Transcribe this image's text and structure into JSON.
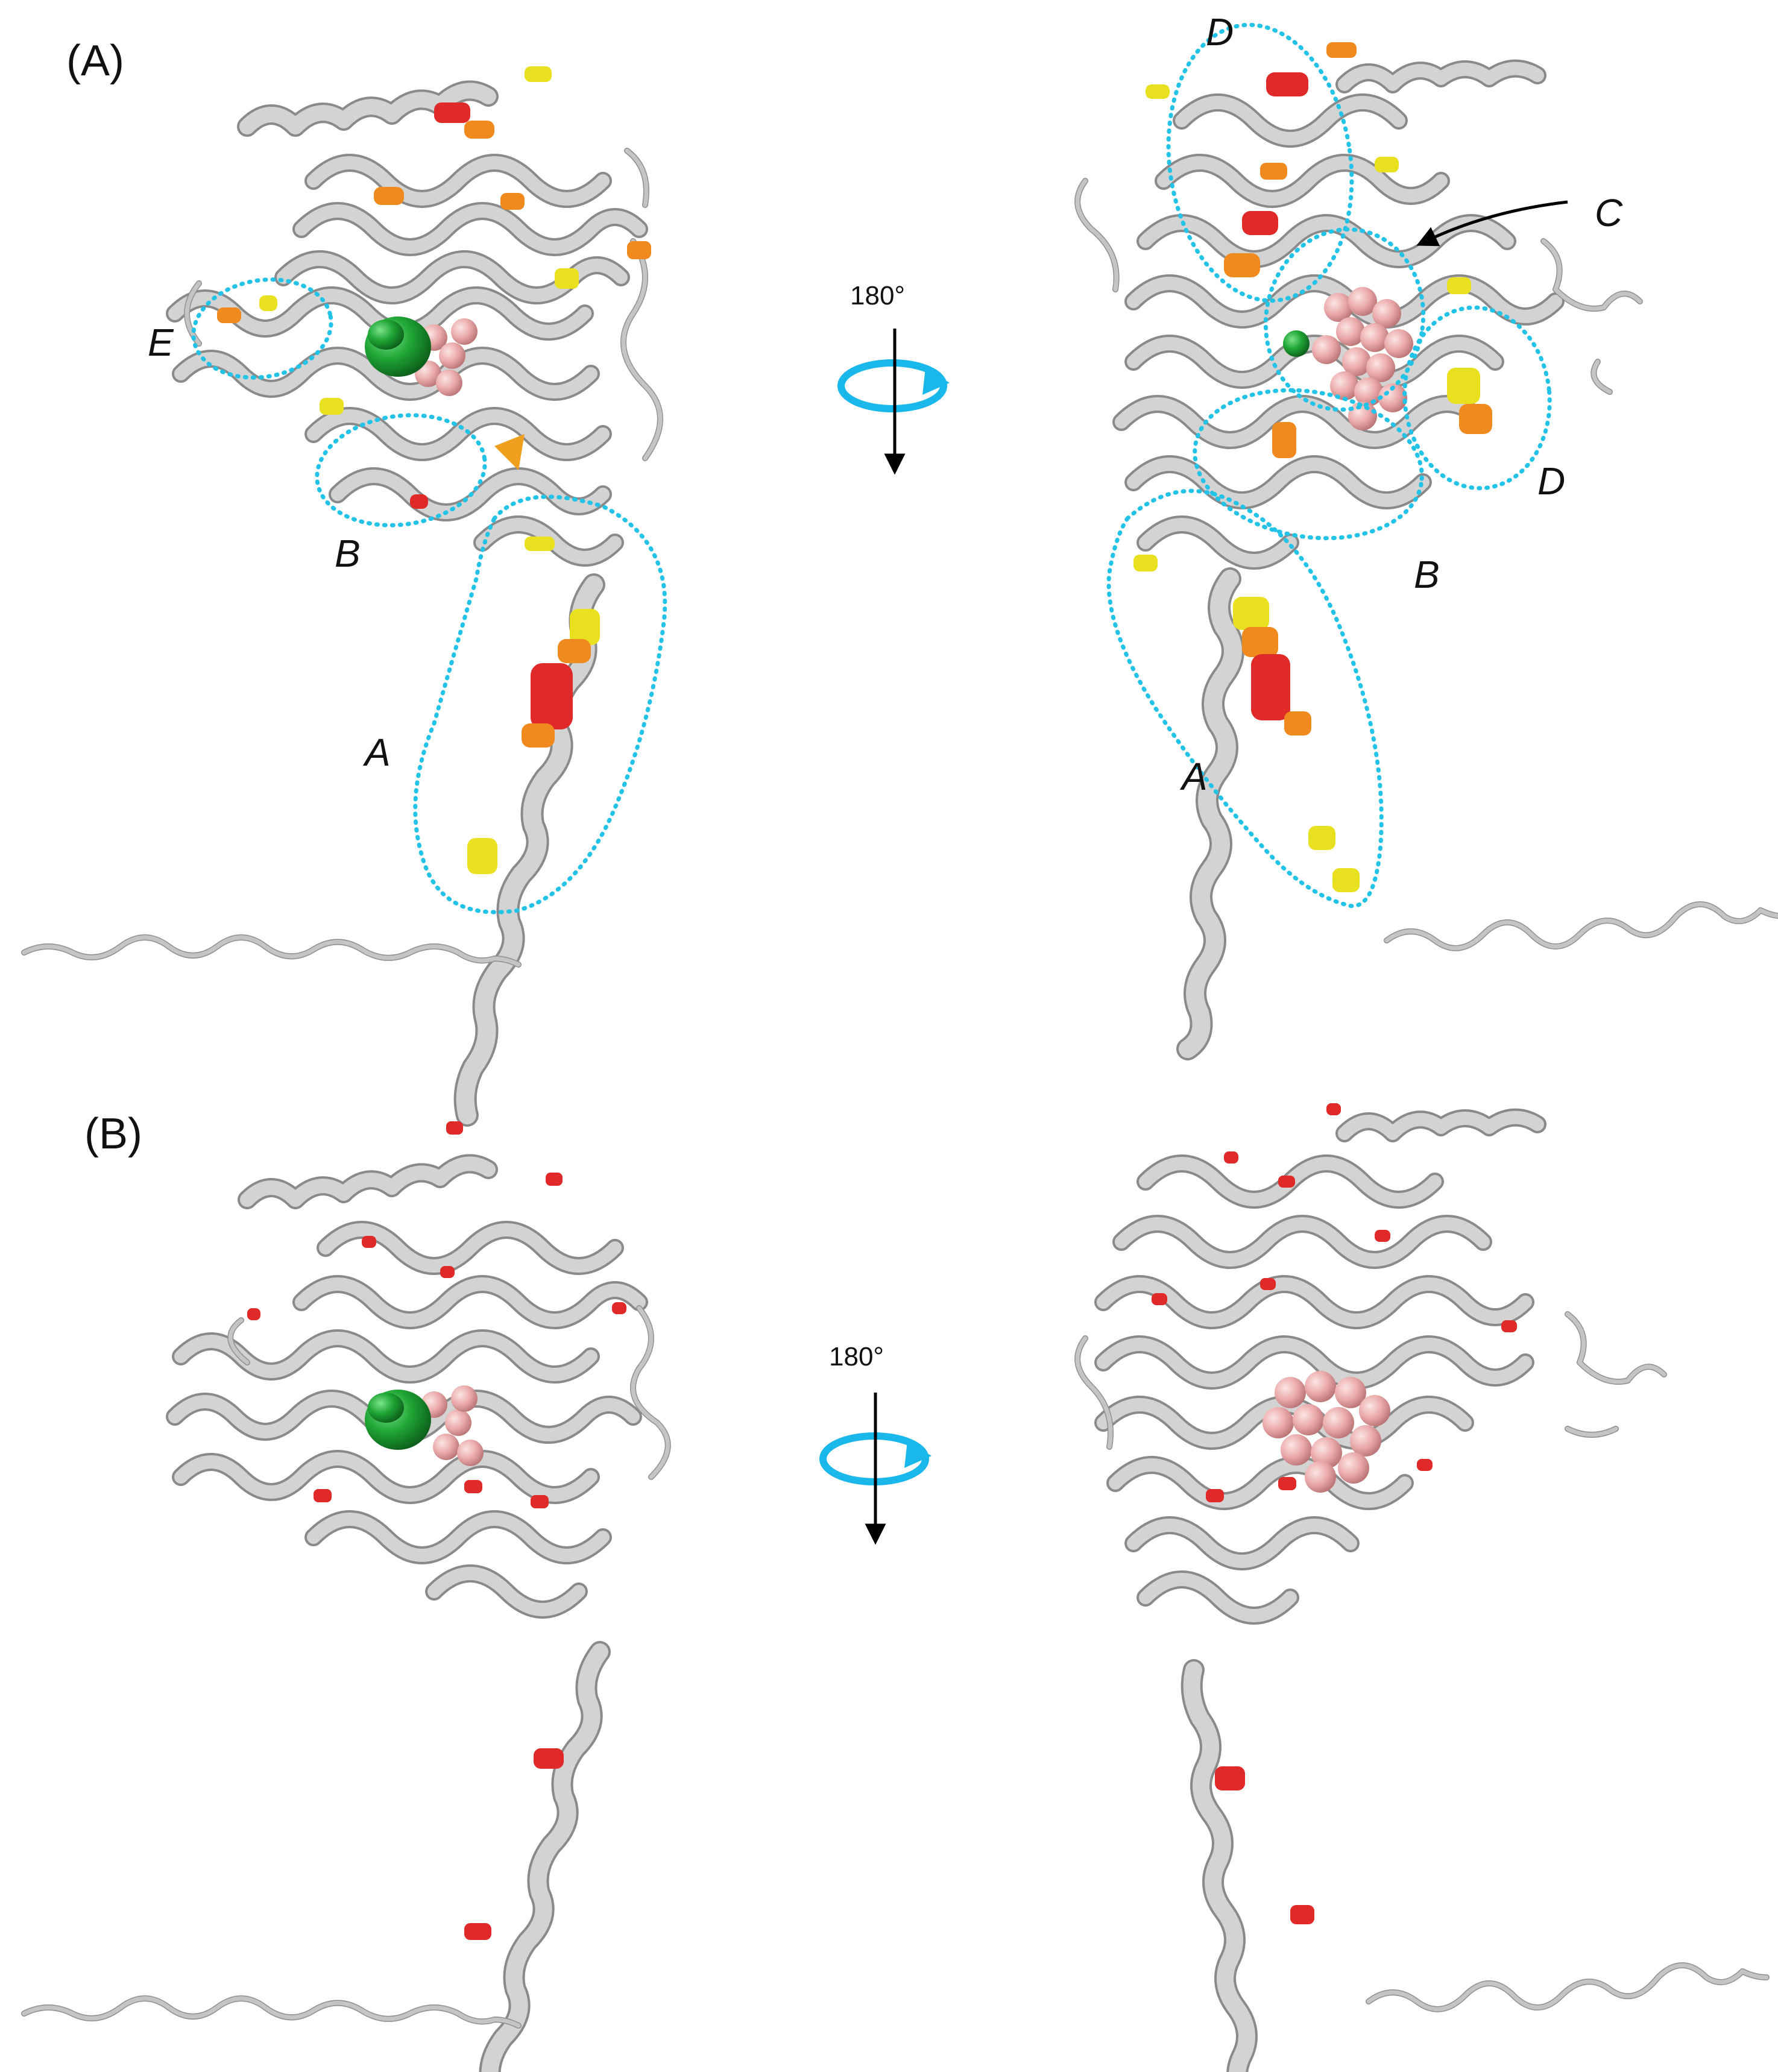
{
  "panels": [
    {
      "label": "(A)",
      "rotation_label": "180°",
      "left_view_regions": [
        "E",
        "B",
        "A"
      ],
      "right_view_regions": [
        "D",
        "C",
        "D",
        "B",
        "A"
      ]
    },
    {
      "label": "(B)",
      "rotation_label": "180°"
    }
  ],
  "colors": {
    "ribbon": "#d3d3d3",
    "ribbon_edge": "#8a8a8a",
    "highlight_red": "#e02a2a",
    "highlight_orange": "#f08a1e",
    "highlight_yellow": "#e9e01f",
    "ligand_green": "#19a233",
    "ligand_pink": "#e8aaaa",
    "region_outline": "#22c3e6",
    "rotation_arrow": "#1ab7ea"
  }
}
